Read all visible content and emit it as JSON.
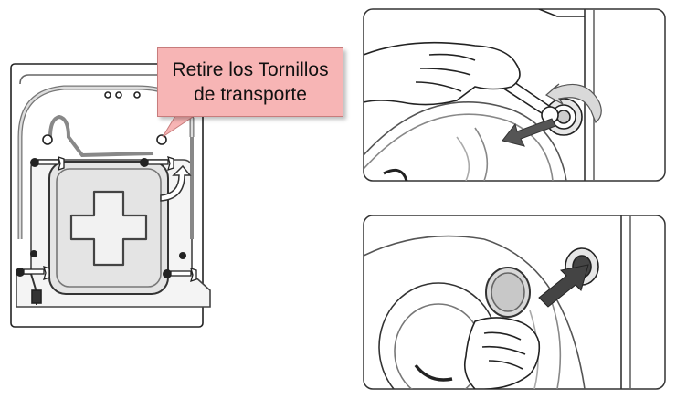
{
  "callout": {
    "line1": "Retire los Tornillos",
    "line2": "de transporte"
  },
  "colors": {
    "callout_fill": "#f7b5b5",
    "callout_border": "#c77c7c",
    "line_art": "#222222",
    "panel_fill": "#e6e6e6",
    "arrow_fill": "#555555"
  },
  "icons": [
    "washer-back-panel",
    "wrench",
    "rotation-arrow",
    "removal-arrow",
    "insert-arrow",
    "hand",
    "cover-cap"
  ]
}
